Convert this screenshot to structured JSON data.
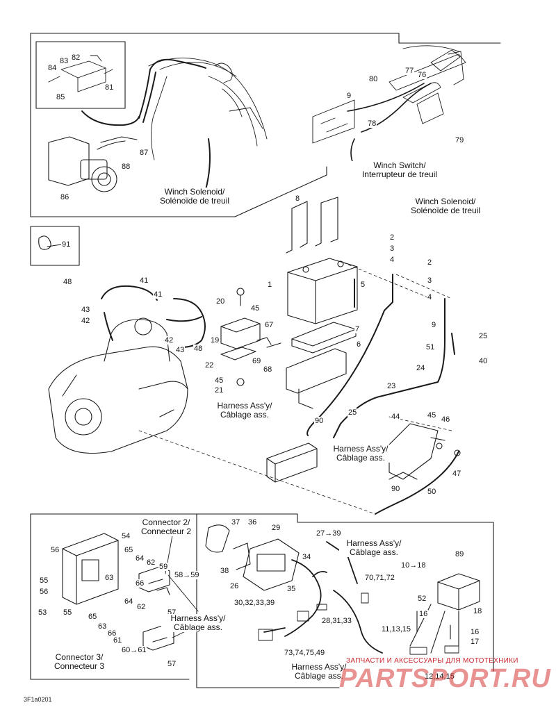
{
  "parts": {
    "p2a": "2",
    "p2b": "2",
    "p3a": "3",
    "p3b": "3",
    "p4a": "4",
    "p4b": "4",
    "p1": "1",
    "p5": "5",
    "p6": "6",
    "p7": "7",
    "p8": "8",
    "p9a": "9",
    "p9b": "9",
    "p16a": "16",
    "p16b": "16",
    "p17": "17",
    "p18": "18",
    "p19": "19",
    "p20": "20",
    "p21": "21",
    "p22": "22",
    "p23": "23",
    "p24": "24",
    "p25a": "25",
    "p25b": "25",
    "p26": "26",
    "p27": "27→39",
    "p28": "28,31,33",
    "p29": "29",
    "p30": "30,32,33,39",
    "p34": "34",
    "p35": "35",
    "p36": "36",
    "p37": "37",
    "p38": "38",
    "p40": "40",
    "p41a": "41",
    "p41b": "41",
    "p42a": "42",
    "p42b": "42",
    "p43a": "43",
    "p43b": "43",
    "p44": "44",
    "p45a": "45",
    "p45b": "45",
    "p45c": "45",
    "p46": "46",
    "p47": "47",
    "p48a": "48",
    "p48b": "48",
    "p50": "50",
    "p51": "51",
    "p52": "52",
    "p53": "53",
    "p54": "54",
    "p55a": "55",
    "p55b": "55",
    "p56a": "56",
    "p56b": "56",
    "p57a": "57",
    "p57b": "57",
    "p58": "58→59",
    "p59": "59",
    "p60": "60→61",
    "p61": "61",
    "p62a": "62",
    "p62b": "62",
    "p63a": "63",
    "p63b": "63",
    "p64a": "64",
    "p64b": "64",
    "p65a": "65",
    "p65b": "65",
    "p66a": "66",
    "p66b": "66",
    "p67": "67",
    "p68": "68",
    "p69": "69",
    "p70": "70,71,72",
    "p73": "73,74,75,49",
    "p76": "76",
    "p77": "77",
    "p78": "78",
    "p79": "79",
    "p80": "80",
    "p81": "81",
    "p82": "82",
    "p83": "83",
    "p84": "84",
    "p85": "85",
    "p86": "86",
    "p87": "87",
    "p88": "88",
    "p89": "89",
    "p90a": "90",
    "p90b": "90",
    "p91": "91",
    "p1018": "10→18",
    "p111315": "11,13,15",
    "p121415": "12,14,15"
  },
  "captions": {
    "winch_solenoid_left": [
      "Winch Solenoid/",
      "Solénoïde de treuil"
    ],
    "winch_switch": [
      "Winch Switch/",
      "Interrupteur de treuil"
    ],
    "winch_solenoid_right": [
      "Winch Solenoid/",
      "Solénoïde de treuil"
    ],
    "harness_mid_left": [
      "Harness Ass'y/",
      "Câblage ass."
    ],
    "harness_mid_right": [
      "Harness Ass'y/",
      "Câblage ass."
    ],
    "connector2": [
      "Connector 2/",
      "Connecteur 2"
    ],
    "connector3": [
      "Connector 3/",
      "Connecteur 3"
    ],
    "harness_conn": [
      "Harness Ass'y/",
      "Câblage ass."
    ],
    "harness_bottom": [
      "Harness Ass'y/",
      "Câblage ass."
    ],
    "harness_right": [
      "Harness Ass'y/",
      "Câblage ass."
    ]
  },
  "diagram_code": "3F1a0201",
  "watermark": {
    "small": "ЗАПЧАСТИ И АКСЕССУАРЫ ДЛЯ МОТОТЕХНИКИ",
    "big": "PARTSPORT.RU",
    "color": "#d63a3a"
  }
}
